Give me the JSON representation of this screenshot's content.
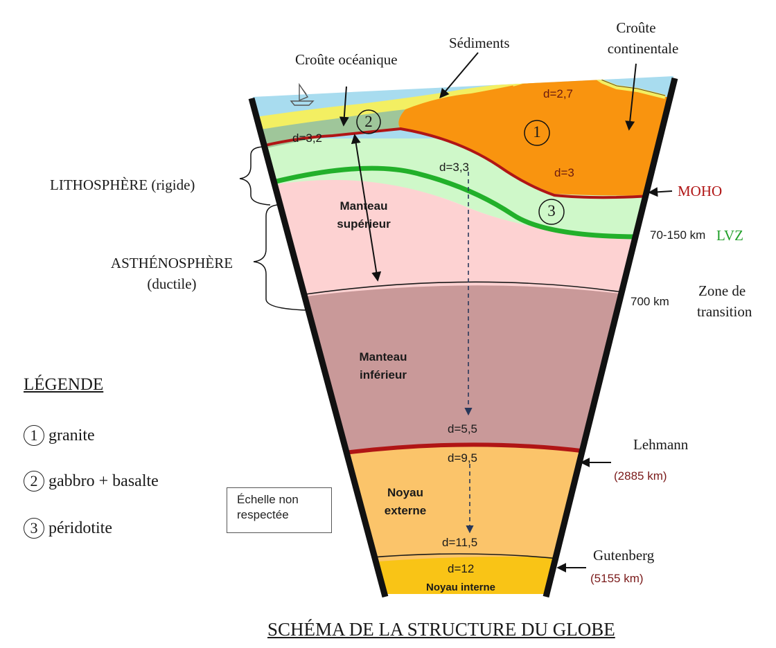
{
  "title": "SCHÉMA DE LA STRUCTURE DU GLOBE",
  "labels": {
    "croute_oceanique": "Croûte océanique",
    "sediments": "Sédiments",
    "croute_continentale_1": "Croûte",
    "croute_continentale_2": "continentale",
    "lithosphere": "LITHOSPHÈRE (rigide)",
    "asthenosphere_1": "ASTHÉNOSPHÈRE",
    "asthenosphere_2": "(ductile)",
    "moho": "MOHO",
    "lvz_depth": "70-150 km",
    "lvz": "LVZ",
    "transition_depth": "700 km",
    "transition_1": "Zone de",
    "transition_2": "transition",
    "lehmann": "Lehmann",
    "lehmann_depth": "(2885 km)",
    "gutenberg": "Gutenberg",
    "gutenberg_depth": "(5155 km)",
    "manteau_sup_1": "Manteau",
    "manteau_sup_2": "supérieur",
    "manteau_inf_1": "Manteau",
    "manteau_inf_2": "inférieur",
    "noyau_ext_1": "Noyau",
    "noyau_ext_2": "externe",
    "noyau_int": "Noyau interne",
    "scale_1": "Échelle non",
    "scale_2": "respectée"
  },
  "densities": {
    "d_cont_top": "d=2,7",
    "d_ocean": "d=3,2",
    "d_cont_bottom": "d=3",
    "d_mantle_top": "d=3,3",
    "d_mantle_bottom": "d=5,5",
    "d_outer_top": "d=9,5",
    "d_outer_bottom": "d=11,5",
    "d_inner": "d=12"
  },
  "markers": {
    "m1": "1",
    "m2": "2",
    "m3": "3"
  },
  "legend": {
    "heading": "LÉGENDE",
    "items": [
      {
        "num": "1",
        "text": "granite"
      },
      {
        "num": "2",
        "text": "gabbro + basalte"
      },
      {
        "num": "3",
        "text": "péridotite"
      }
    ]
  },
  "colors": {
    "ocean": "#a8dcef",
    "sediments": "#f3ef62",
    "oceanic_crust": "#9fc69a",
    "continental_crust": "#f9940f",
    "lithospheric_mantle": "#cff8c9",
    "asthenosphere": "#fdd2d2",
    "lower_mantle": "#c99999",
    "outer_core": "#fbc46a",
    "inner_core": "#f9c416",
    "moho": "#b01515",
    "lvz": "#22b02a",
    "lehmann": "#c21a12"
  }
}
